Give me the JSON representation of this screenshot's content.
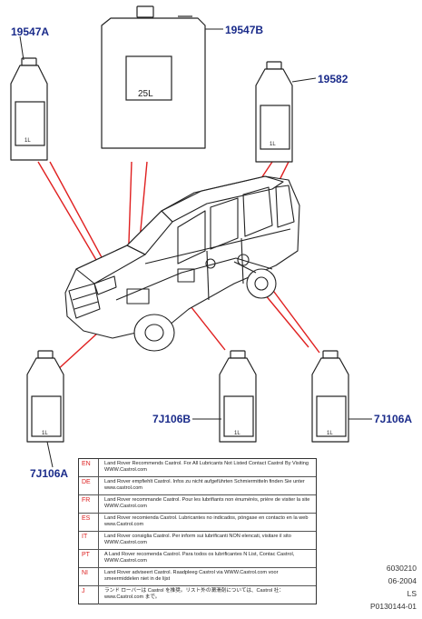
{
  "labels": {
    "top_left_bottle": "19547A",
    "canister": "19547B",
    "top_right_bottle": "19582",
    "bottom_left_bottle": "7J106A",
    "bottom_middle_bottle": "7J106B",
    "bottom_right_bottle": "7J106A"
  },
  "container_text": {
    "canister_volume": "25L",
    "bottle_volume": "1L"
  },
  "legend": [
    {
      "code": "EN",
      "text": "Land Rover Recommends Castrol.  For All Lubricants Not Listed Contact Castrol By Visiting WWW.Castrol.com"
    },
    {
      "code": "DE",
      "text": "Land Rover empfiehlt Castrol.  Infos zu nicht aufgeführten Schmiermitteln finden Sie unter www.castrol.com"
    },
    {
      "code": "FR",
      "text": "Land Rover recommande Castrol. Pour les lubrifiants non énumérés, prière de visiter la site WWW.Castrol.com"
    },
    {
      "code": "ES",
      "text": "Land Rover recomienda Castrol.  Lubricantes no indicados, póngase en contacto en la web www.Castrol.com"
    },
    {
      "code": "IT",
      "text": "Land Rover consiglia Castrol.  Per inform sui lubrificanti NON elencati, visitare il sito WWW.Castrol.com"
    },
    {
      "code": "PT",
      "text": "A Land Rover recomenda Castrol.  Para todos os lubrificantes N List, Contac Castrol, WWW.Castrol.com"
    },
    {
      "code": "NI",
      "text": "Land Rover adviseert Castrol.  Raadpleeg Castrol via WWW.Castrol.com voor smeermiddelen niet in de lijst"
    },
    {
      "code": "J",
      "text": "ランド ローバーは Castrol を推奨。リスト外の潤滑剤については、Castrol 社：www.Castrol.com まで。"
    }
  ],
  "footer": {
    "code": "6030210",
    "date": "06-2004",
    "region": "LS",
    "ref": "P0130144-01"
  },
  "colors": {
    "label": "#1a2b8a",
    "leader": "#e02020",
    "line": "#222222"
  }
}
